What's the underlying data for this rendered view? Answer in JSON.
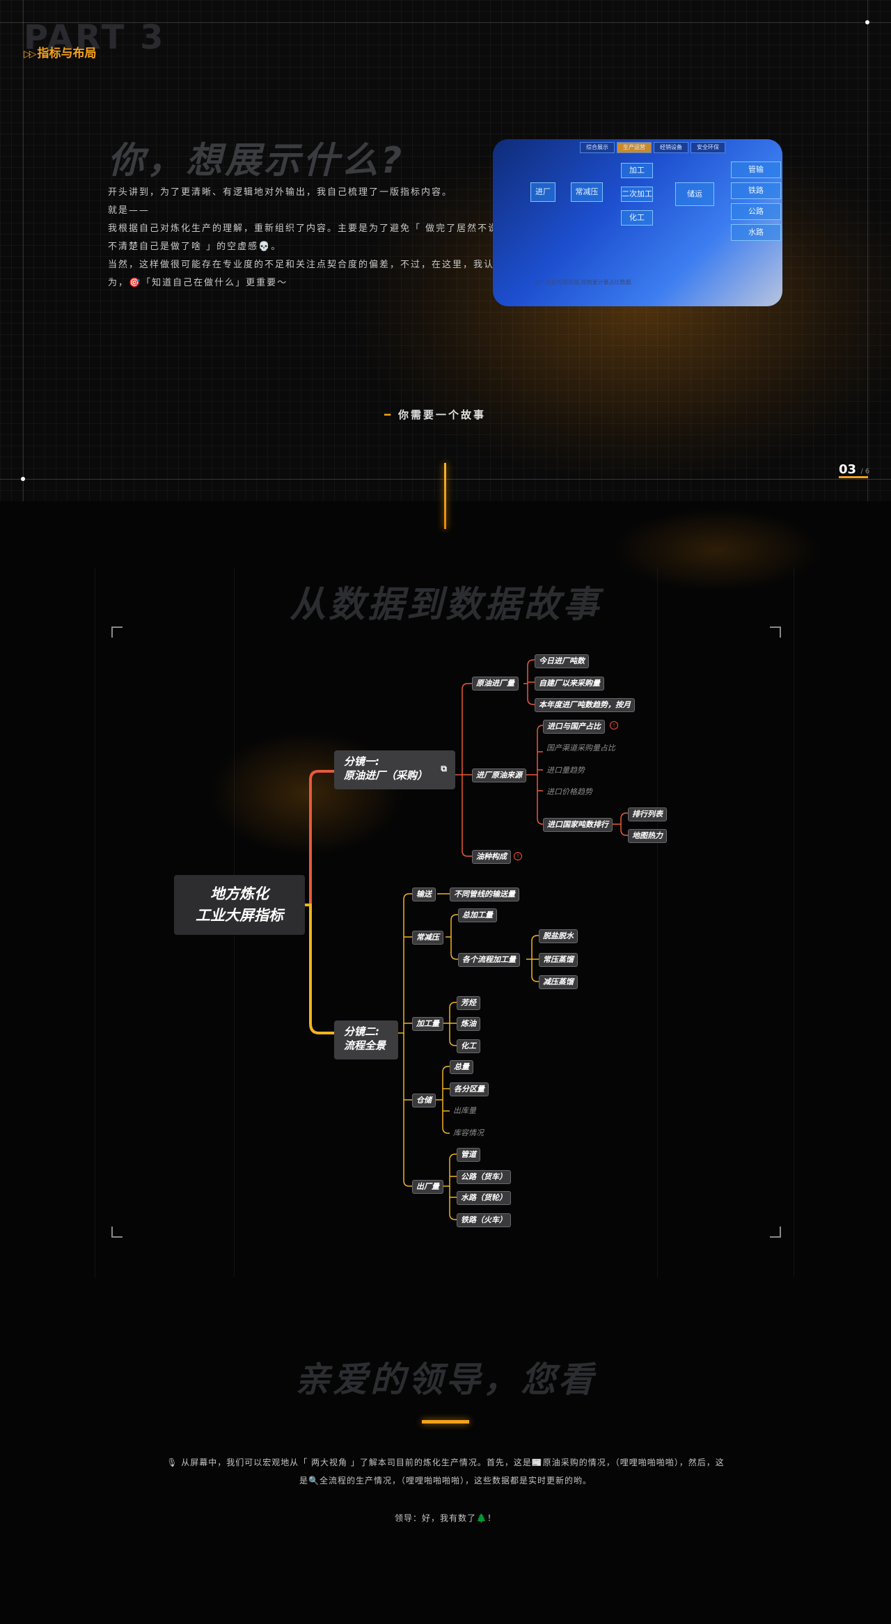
{
  "part": {
    "big": "PART 3",
    "small": "指标与布局"
  },
  "hero": {
    "title": "你，想展示什么?",
    "paragraphs": [
      "开头讲到，为了更清晰、有逻辑地对外输出，我自己梳理了一版指标内容。",
      "就是——",
      "我根据自己对炼化生产的理解，重新组织了内容。主要是为了避免「  做完了居然不说",
      "不清楚自己是做了啥  」的空虚感💀。",
      "当然，这样做很可能存在专业度的不足和关注点契合度的偏差，不过，在这里，我认",
      "为，🎯「知道自己在做什么」更重要～"
    ],
    "screen": {
      "tabs": [
        "综合展示",
        "生产运营",
        "经销设备",
        "安全环保"
      ],
      "left_boxes": [
        "进厂",
        "常减压"
      ],
      "mid_boxes": [
        "加工",
        "二次加工",
        "化工"
      ],
      "hub": "储运",
      "right_boxes": [
        "管输",
        "铁路",
        "公路",
        "水路"
      ],
      "caption": "出厂占比可视化图,按物量计量占比数据."
    },
    "story": "你需要一个故事",
    "page": "03",
    "page_total": "/ 6"
  },
  "section2": {
    "title": "从数据到数据故事",
    "mindmap": {
      "root": "地方炼化\n工业大屏指标",
      "branch1": "分镜一:\n原油进厂（采购）",
      "branch2": "分镜二:\n流程全景",
      "b1": {
        "crude_in": "原油进厂量",
        "crude_in_children": [
          "今日进厂吨数",
          "自建厂以来采购量",
          "本年度进厂吨数趋势，按月"
        ],
        "source": "进厂原油来源",
        "source_children": [
          "进口与国产占比",
          "国产渠道采购量占比",
          "进口量趋势",
          "进口价格趋势",
          "进口国家吨数排行"
        ],
        "rank_children": [
          "排行列表",
          "地图热力"
        ],
        "oil_type": "油种构成",
        "badge": "!"
      },
      "b2": {
        "transport": "输送",
        "transport_child": "不同管线的输送量",
        "cdu": "常减压",
        "cdu_children": [
          "总加工量",
          "各个流程加工量"
        ],
        "process_children": [
          "脱盐脱水",
          "常压蒸馏",
          "减压蒸馏"
        ],
        "processing": "加工量",
        "processing_children": [
          "芳烃",
          "炼油",
          "化工"
        ],
        "storage": "仓储",
        "storage_children": [
          "总量",
          "各分区量",
          "出库量",
          "库容情况"
        ],
        "outflow": "出厂量",
        "outflow_children": [
          "管道",
          "公路（货车）",
          "水路（货轮）",
          "铁路（火车）"
        ]
      }
    }
  },
  "section3": {
    "title": "亲爱的领导，您看",
    "line1": "🎙  从屏幕中，我们可以宏观地从「 两大视角 」了解本司目前的炼化生产情况。首先，这是📰原油采购的情况，（哩哩啪啪啪啪），然后，这",
    "line2": "是🔍全流程的生产情况，（哩哩啪啪啪啪），这些数据都是实时更新的哟。",
    "reply": "领导：好，我有数了🌲！"
  },
  "colors": {
    "accent": "#f4a21c",
    "branch1_line": "#e95a3a",
    "branch2_line": "#f4b41c",
    "badge": "#ff4b2e"
  }
}
